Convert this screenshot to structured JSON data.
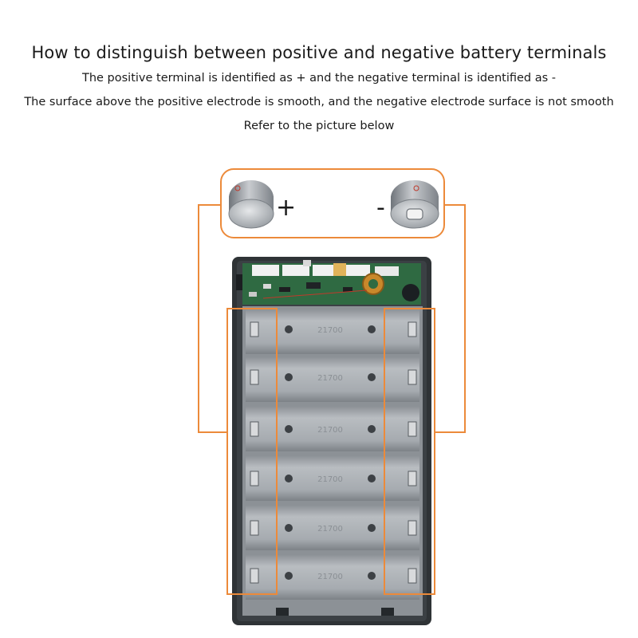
{
  "header": {
    "title": "How to distinguish between positive and negative battery terminals",
    "line1": "The positive terminal is identified as + and the negative terminal is identified as -",
    "line2": "The surface above the positive electrode is smooth, and the negative electrode surface is not smooth",
    "line3": "Refer to the picture below"
  },
  "figure": {
    "positive_sign": "+",
    "negative_sign": "-",
    "slot_count": 6,
    "cell_marking": "21700"
  },
  "colors": {
    "highlight": "#ec8a3a",
    "case_dark": "#2f3336",
    "holder_gray": "#9a9fa4",
    "pcb_green": "#2f6a42"
  }
}
